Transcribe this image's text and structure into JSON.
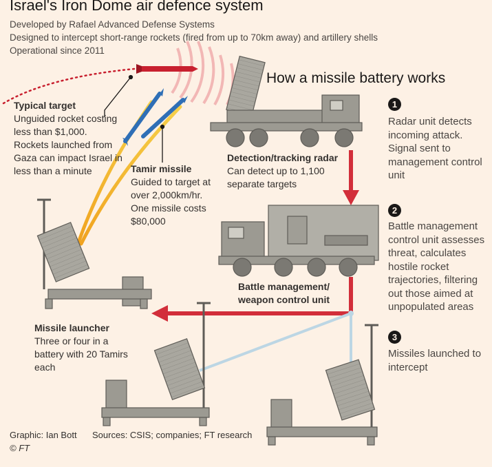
{
  "title": "Israel's Iron Dome air defence system",
  "subtitle_lines": [
    "Developed by Rafael Advanced Defense Systems",
    "Designed to intercept short-range rockets (fired from up to 70km away) and artillery shells",
    "Operational since 2011"
  ],
  "how_heading": "How a missile battery works",
  "labels": {
    "typical_target": {
      "head": "Typical target",
      "body": "Unguided rocket costing less than $1,000. Rockets launched from Gaza can impact Israel in less than a minute"
    },
    "tamir_missile": {
      "head": "Tamir missile",
      "body": "Guided to target at over 2,000km/hr. One missile costs $80,000"
    },
    "radar": {
      "head": "Detection/tracking radar",
      "body": "Can detect up to 1,100 separate targets"
    },
    "battle_mgmt": {
      "head": "Battle management/ weapon control unit"
    },
    "launcher": {
      "head": "Missile launcher",
      "body": "Three or four in a battery with 20 Tamirs each"
    }
  },
  "steps": [
    {
      "num": "1",
      "text": "Radar unit detects incoming attack. Signal sent to management control unit"
    },
    {
      "num": "2",
      "text": "Battle management control unit assesses threat, calculates hostile rocket trajectories, filtering out those aimed at unpopulated areas"
    },
    {
      "num": "3",
      "text": "Missiles launched to intercept"
    }
  ],
  "footer": {
    "graphic": "Graphic: Ian Bott",
    "sources": "Sources: CSIS; companies; FT research",
    "copyright": "© FT"
  },
  "colors": {
    "background": "#fdf1e5",
    "arrow_red": "#d22e3a",
    "link_blue": "#bcd6e4",
    "missile_blue": "#2f6fb6",
    "flame_orange": "#f0a21e",
    "vehicle_grey": "#9c9a92"
  }
}
